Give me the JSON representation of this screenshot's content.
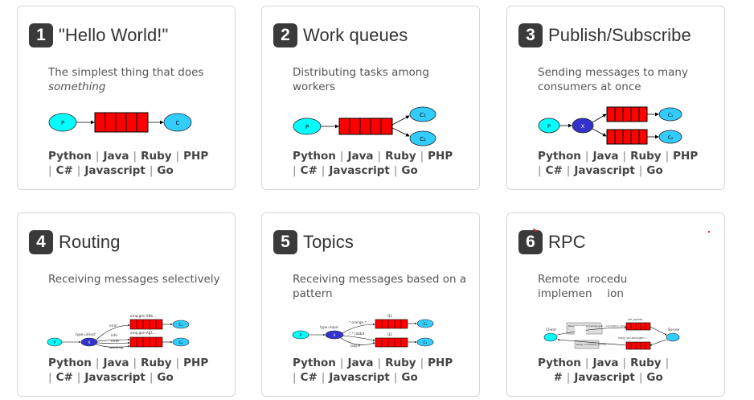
{
  "tutorials": [
    {
      "num": "1",
      "title": "\"Hello World!\"",
      "desc": "The simplest thing that does",
      "desc_em": "something"
    },
    {
      "num": "2",
      "title": "Work queues",
      "desc": "Distributing tasks among workers",
      "desc_em": ""
    },
    {
      "num": "3",
      "title": "Publish/Subscribe",
      "desc": "Sending messages to many consumers at once",
      "desc_em": ""
    },
    {
      "num": "4",
      "title": "Routing",
      "desc": "Receiving messages selectively",
      "desc_em": ""
    },
    {
      "num": "5",
      "title": "Topics",
      "desc": "Receiving messages based on a pattern",
      "desc_em": ""
    },
    {
      "num": "6",
      "title": "RPC",
      "desc": "Remote procedure call implementation",
      "desc_em": ""
    }
  ],
  "languages": [
    "Python",
    "Java",
    "Ruby",
    "PHP",
    "C#",
    "Javascript",
    "Go"
  ],
  "separator": "|",
  "diagram_labels": {
    "producer": "P",
    "consumer": "C",
    "c1": "C₁",
    "c2": "C₂",
    "exchange": "X",
    "r_error": "error",
    "r_info": "info",
    "r_warning": "warning",
    "r_type": "type=direct",
    "q_amq1": "amq.gen-S9b...",
    "q_amq2": "amq.gen-Ag1...",
    "t_type": "type=topic",
    "t_orange": "*.orange.*",
    "t_rabbit": "*.*.rabbit",
    "t_lazy": "lazy.#",
    "t_q1": "Q1",
    "t_q2": "Q2",
    "rpc_client": "Client",
    "rpc_server": "Server",
    "rpc_queue": "rpc_queue",
    "rpc_req": "Request reply_to=amqp.gen... correlation_id=abc",
    "rpc_reply": "reply_to=amq.gen...",
    "rpc_resp": "Reply correlation_id=abc"
  },
  "colors": {
    "queue": "#ff0000",
    "producer": "#00ffff",
    "consumer": "#33ccff",
    "exchange": "#3333cc",
    "badge": "#3a3a3a"
  }
}
